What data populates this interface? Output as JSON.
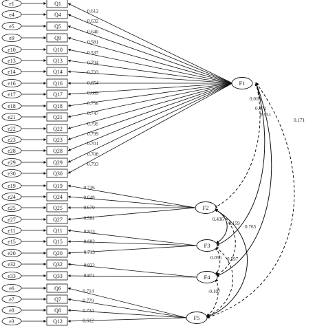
{
  "items": [
    {
      "error": "e1",
      "q": "Q1",
      "factor": "F1",
      "w": "0.612"
    },
    {
      "error": "e4",
      "q": "Q4",
      "factor": "F1",
      "w": "0.632"
    },
    {
      "error": "e5",
      "q": "Q5",
      "factor": "F1",
      "w": "0.640"
    },
    {
      "error": "e9",
      "q": "Q9",
      "factor": "F1",
      "w": "0.581"
    },
    {
      "error": "e10",
      "q": "Q10",
      "factor": "F1",
      "w": "0.537"
    },
    {
      "error": "e13",
      "q": "Q13",
      "factor": "F1",
      "w": "0.794"
    },
    {
      "error": "e14",
      "q": "Q14",
      "factor": "F1",
      "w": "0.733"
    },
    {
      "error": "e16",
      "q": "Q16",
      "factor": "F1",
      "w": "0.654"
    },
    {
      "error": "e17",
      "q": "Q17",
      "factor": "F1",
      "w": "0.689"
    },
    {
      "error": "e18",
      "q": "Q18",
      "factor": "F1",
      "w": "0.756"
    },
    {
      "error": "e21",
      "q": "Q21",
      "factor": "F1",
      "w": "0.747"
    },
    {
      "error": "e22",
      "q": "Q22",
      "factor": "F1",
      "w": "0.795"
    },
    {
      "error": "e23",
      "q": "Q23",
      "factor": "F1",
      "w": "0.799"
    },
    {
      "error": "e28",
      "q": "Q28",
      "factor": "F1",
      "w": "0.701"
    },
    {
      "error": "e29",
      "q": "Q29",
      "factor": "F1",
      "w": "0.708"
    },
    {
      "error": "e30",
      "q": "Q30",
      "factor": "F1",
      "w": "0.793"
    },
    {
      "error": "e19",
      "q": "Q19",
      "factor": "F2",
      "w": "0.736"
    },
    {
      "error": "e24",
      "q": "Q24",
      "factor": "F2",
      "w": "0.648"
    },
    {
      "error": "e25",
      "q": "Q25",
      "factor": "F2",
      "w": "0.670"
    },
    {
      "error": "e27",
      "q": "Q27",
      "factor": "F2",
      "w": "0.584"
    },
    {
      "error": "e11",
      "q": "Q11",
      "factor": "F3",
      "w": "0.813"
    },
    {
      "error": "e15",
      "q": "Q15",
      "factor": "F3",
      "w": "0.602"
    },
    {
      "error": "e20",
      "q": "Q20",
      "factor": "F3",
      "w": "0.713"
    },
    {
      "error": "e32",
      "q": "Q32",
      "factor": "F4",
      "w": "0.932"
    },
    {
      "error": "e33",
      "q": "Q33",
      "factor": "F4",
      "w": "0.871"
    },
    {
      "error": "e6",
      "q": "Q6",
      "factor": "F5",
      "w": "0.714"
    },
    {
      "error": "e7",
      "q": "Q7",
      "factor": "F5",
      "w": "0.779"
    },
    {
      "error": "e8",
      "q": "Q8",
      "factor": "F5",
      "w": "0.734"
    },
    {
      "error": "e3",
      "q": "Q12",
      "factor": "F5",
      "w": "0.612"
    }
  ],
  "factors": [
    "F1",
    "F2",
    "F3",
    "F4",
    "F5"
  ],
  "covariances": [
    {
      "from": "F1",
      "to": "F2",
      "value": "0.018",
      "dashed": true
    },
    {
      "from": "F1",
      "to": "F3",
      "value": "0.472",
      "dashed": false
    },
    {
      "from": "F1",
      "to": "F4",
      "value": "0.551",
      "dashed": false
    },
    {
      "from": "F1",
      "to": "F5",
      "value": "0.171",
      "dashed": true
    },
    {
      "from": "F2",
      "to": "F3",
      "value": "0.436",
      "dashed": false
    },
    {
      "from": "F2",
      "to": "F4",
      "value": "-0.159",
      "dashed": true
    },
    {
      "from": "F2",
      "to": "F5",
      "value": "0.765",
      "dashed": false
    },
    {
      "from": "F3",
      "to": "F4",
      "value": "0.056",
      "dashed": true
    },
    {
      "from": "F3",
      "to": "F5",
      "value": "0.597",
      "dashed": true
    },
    {
      "from": "F4",
      "to": "F5",
      "value": "-0.107",
      "dashed": true
    }
  ]
}
